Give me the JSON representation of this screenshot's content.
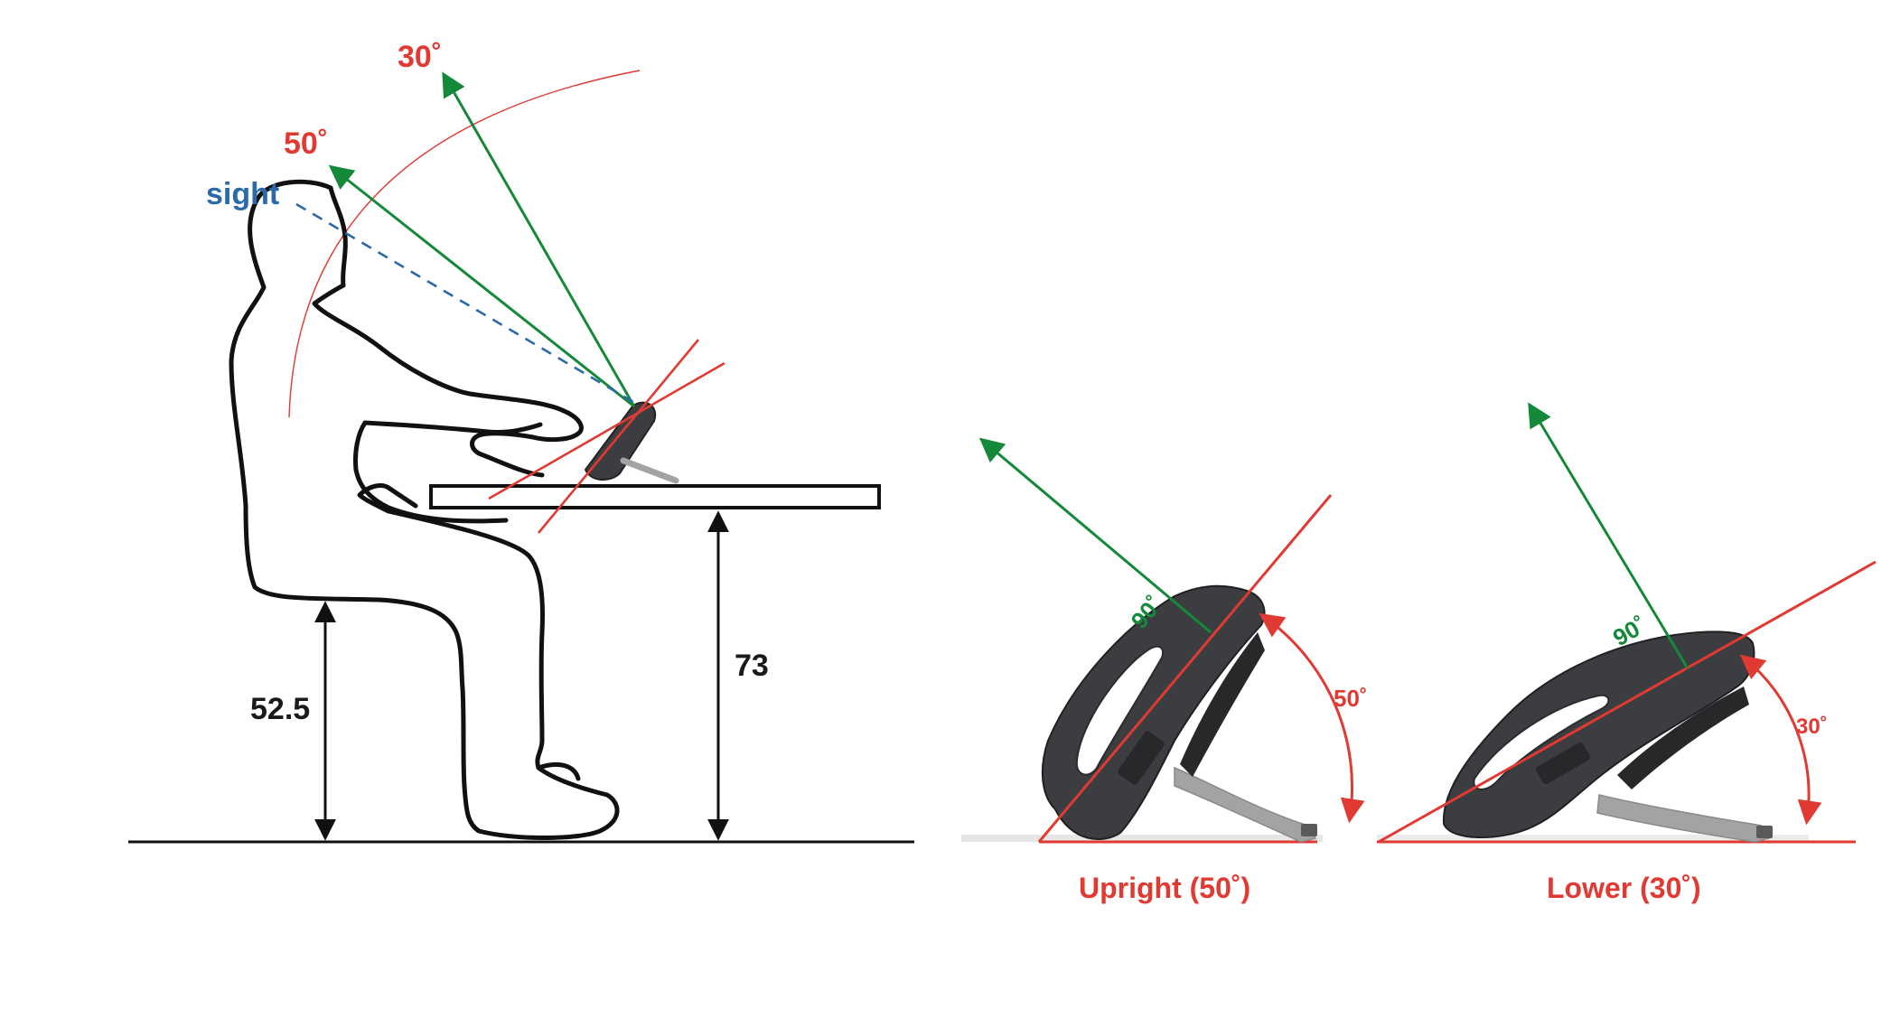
{
  "colors": {
    "red": "#e03a33",
    "green": "#15893a",
    "blue": "#2a6aa8",
    "ink": "#111111",
    "phone_body": "#3b3d40",
    "phone_dark": "#26282a",
    "stand_gray": "#a3a3a3"
  },
  "left_figure": {
    "angle_30_label": "30˚",
    "angle_50_label": "50˚",
    "sight_label": "sight",
    "desk_height_label": "73",
    "seat_height_label": "52.5"
  },
  "upright_phone": {
    "normal_label": "90˚",
    "tilt_label": "50˚",
    "caption": "Upright (50˚)"
  },
  "lower_phone": {
    "normal_label": "90˚",
    "tilt_label": "30˚",
    "caption": "Lower (30˚)"
  }
}
